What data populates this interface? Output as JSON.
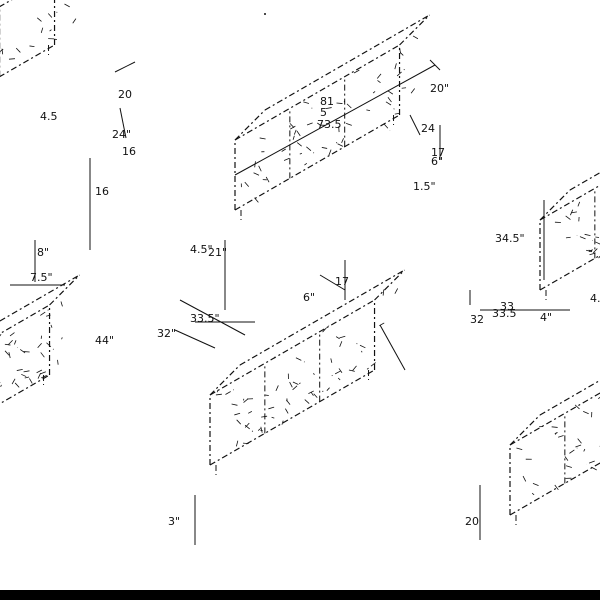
{
  "colors": {
    "ink": "#111111",
    "background": "#ffffff",
    "bottom_bar": "#000000"
  },
  "sofas": [
    {
      "id": "top-left",
      "dimension_labels": [
        "20",
        "4.5",
        "24\"",
        "16",
        "16",
        "8\"",
        "7.5\""
      ]
    },
    {
      "id": "top-center",
      "dimension_labels": [
        "81",
        "5",
        "73.5",
        "20\"",
        "24",
        "17",
        "6\"",
        "1.5\"",
        "4.5\"",
        "21\"",
        "17",
        "6\"",
        "32\"",
        "33.5\""
      ]
    },
    {
      "id": "top-right",
      "dimension_labels": [
        "34.5\"",
        "33",
        "32",
        "33.5",
        "4\"",
        "4."
      ]
    },
    {
      "id": "bottom-left",
      "dimension_labels": [
        "44\""
      ]
    },
    {
      "id": "bottom-center",
      "dimension_labels": [
        "3\""
      ]
    },
    {
      "id": "bottom-right",
      "dimension_labels": [
        "20"
      ]
    }
  ]
}
